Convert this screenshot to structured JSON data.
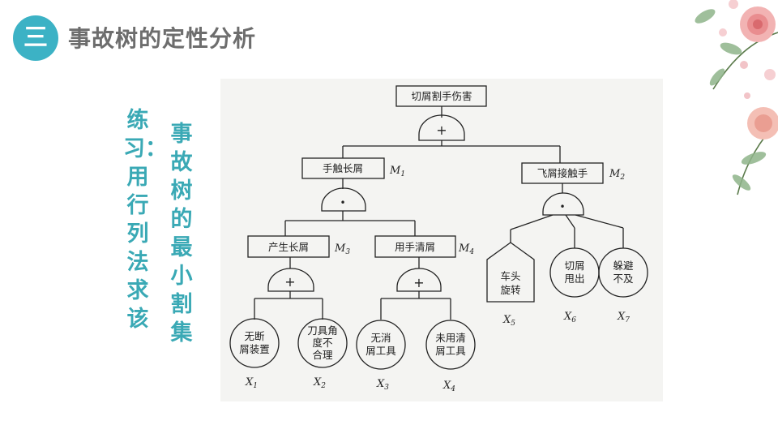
{
  "header": {
    "number": "三",
    "title": "事故树的定性分析"
  },
  "side": {
    "practice": "练习：用行列法求该",
    "subject": "事故树的最小割集"
  },
  "tree": {
    "top": {
      "label": "切屑割手伤害"
    },
    "gates": {
      "g_top": "+",
      "g_m1": "•",
      "g_m2": "•",
      "g_m3": "+",
      "g_m4": "+"
    },
    "m1": {
      "label": "手触长屑",
      "sym": "M",
      "sub": "1"
    },
    "m2": {
      "label": "飞屑接触手",
      "sym": "M",
      "sub": "2"
    },
    "m3": {
      "label": "产生长屑",
      "sym": "M",
      "sub": "3"
    },
    "m4": {
      "label": "用手清屑",
      "sym": "M",
      "sub": "4"
    },
    "x1": {
      "line1": "无断",
      "line2": "屑装置",
      "sym": "X",
      "sub": "1"
    },
    "x2": {
      "line1": "刀具角",
      "line2": "度不",
      "line3": "合理",
      "sym": "X",
      "sub": "2"
    },
    "x3": {
      "line1": "无消",
      "line2": "屑工具",
      "sym": "X",
      "sub": "3"
    },
    "x4": {
      "line1": "未用清",
      "line2": "屑工具",
      "sym": "X",
      "sub": "4"
    },
    "x5": {
      "line1": "车头",
      "line2": "旋转",
      "sym": "X",
      "sub": "5"
    },
    "x6": {
      "line1": "切屑",
      "line2": "甩出",
      "sym": "X",
      "sub": "6"
    },
    "x7": {
      "line1": "躲避",
      "line2": "不及",
      "sym": "X",
      "sub": "7"
    }
  }
}
